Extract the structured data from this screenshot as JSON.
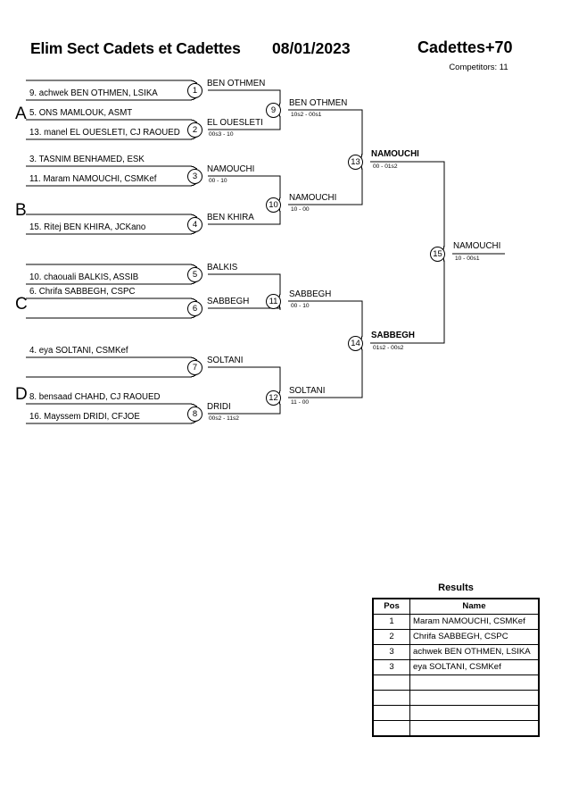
{
  "header": {
    "title": "Elim Sect Cadets et Cadettes",
    "date": "08/01/2023",
    "category": "Cadettes+70",
    "competitors": "Competitors: 11"
  },
  "sections": [
    {
      "letter": "A"
    },
    {
      "letter": "B"
    },
    {
      "letter": "C"
    },
    {
      "letter": "D"
    }
  ],
  "entries": [
    {
      "label": ""
    },
    {
      "label": "9. achwek BEN OTHMEN, LSIKA"
    },
    {
      "label": "5. ONS MAMLOUK, ASMT"
    },
    {
      "label": "13. manel EL OUESLETI, CJ RAOUED"
    },
    {
      "label": "3. TASNIM BENHAMED, ESK"
    },
    {
      "label": "11. Maram NAMOUCHI, CSMKef"
    },
    {
      "label": ""
    },
    {
      "label": "15. Ritej BEN KHIRA, JCKano"
    },
    {
      "label": ""
    },
    {
      "label": "10. chaouali BALKIS, ASSIB"
    },
    {
      "label": "6. Chrifa SABBEGH, CSPC"
    },
    {
      "label": ""
    },
    {
      "label": "4. eya SOLTANI, CSMKef"
    },
    {
      "label": ""
    },
    {
      "label": "8. bensaad CHAHD, CJ RAOUED"
    },
    {
      "label": "16. Mayssem DRIDI, CFJOE"
    }
  ],
  "matches": [
    {
      "num": "1",
      "winner": "BEN OTHMEN",
      "score": "",
      "bold": false
    },
    {
      "num": "2",
      "winner": "EL OUESLETI",
      "score": "00s3 - 10",
      "bold": false
    },
    {
      "num": "3",
      "winner": "NAMOUCHI",
      "score": "00 - 10",
      "bold": false
    },
    {
      "num": "4",
      "winner": "BEN KHIRA",
      "score": "",
      "bold": false
    },
    {
      "num": "5",
      "winner": "BALKIS",
      "score": "",
      "bold": false
    },
    {
      "num": "6",
      "winner": "SABBEGH",
      "score": "",
      "bold": false
    },
    {
      "num": "7",
      "winner": "SOLTANI",
      "score": "",
      "bold": false
    },
    {
      "num": "8",
      "winner": "DRIDI",
      "score": "00s2 - 11s2",
      "bold": false
    },
    {
      "num": "9",
      "winner": "BEN OTHMEN",
      "score": "10s2 - 00s1",
      "bold": false
    },
    {
      "num": "10",
      "winner": "NAMOUCHI",
      "score": "10 - 00",
      "bold": false
    },
    {
      "num": "11",
      "winner": "SABBEGH",
      "score": "00 - 10",
      "bold": false
    },
    {
      "num": "12",
      "winner": "SOLTANI",
      "score": "11 - 00",
      "bold": false
    },
    {
      "num": "13",
      "winner": "NAMOUCHI",
      "score": "00 - 01s2",
      "bold": true
    },
    {
      "num": "14",
      "winner": "SABBEGH",
      "score": "01s2 - 00s2",
      "bold": true
    },
    {
      "num": "15",
      "winner": "NAMOUCHI",
      "score": "10 - 00s1",
      "bold": false
    }
  ],
  "results": {
    "title": "Results",
    "columns": {
      "pos": "Pos",
      "name": "Name"
    },
    "rows": [
      {
        "pos": "1",
        "name": "Maram NAMOUCHI, CSMKef"
      },
      {
        "pos": "2",
        "name": "Chrifa SABBEGH, CSPC"
      },
      {
        "pos": "3",
        "name": "achwek BEN OTHMEN, LSIKA"
      },
      {
        "pos": "3",
        "name": "eya SOLTANI, CSMKef"
      },
      {
        "pos": "",
        "name": ""
      },
      {
        "pos": "",
        "name": ""
      },
      {
        "pos": "",
        "name": ""
      },
      {
        "pos": "",
        "name": ""
      }
    ]
  }
}
